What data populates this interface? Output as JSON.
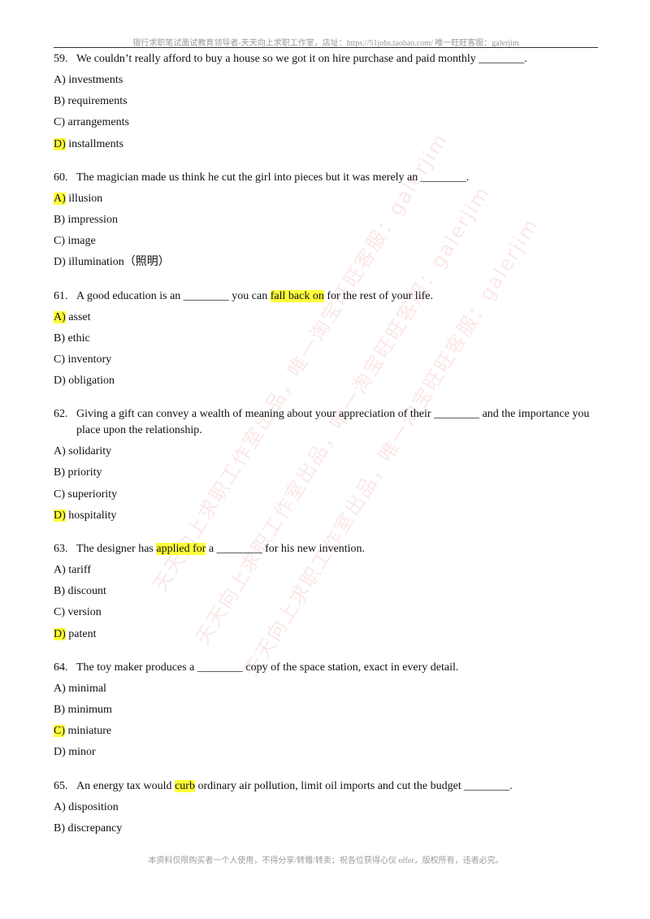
{
  "header": "银行求职笔试面试教育领导者-天天向上求职工作室，店址：https://51jobs.taobao.com/ 唯一旺旺客服：galerjim",
  "footer": "本资料仅限购买者一个人使用，不得分享/转赠/转卖；祝各位获得心仪 offer，版权所有，违者必究。",
  "watermark": {
    "line1": "天天向上求职工作室出品，唯一淘宝旺旺客服：galerjim",
    "line2": "天天向上求职工作室出品，唯一淘宝旺旺客服：galerjim",
    "line3": "天天向上求职工作室出品，唯一淘宝旺旺客服：galerjim"
  },
  "highlight_color": "#ffff3a",
  "questions": [
    {
      "num": "59.",
      "stem_a": "We couldn’t really afford to buy a house so we got it on hire purchase and paid monthly ________.",
      "options": [
        {
          "letter": "A)",
          "text": " investments"
        },
        {
          "letter": "B)",
          "text": " requirements"
        },
        {
          "letter": "C)",
          "text": " arrangements"
        },
        {
          "letter": "D)",
          "text": " installments"
        }
      ]
    },
    {
      "num": "60.",
      "stem_a": "The magician made us think he cut the girl into pieces but it was merely an ________.",
      "options": [
        {
          "letter": "A)",
          "text": " illusion"
        },
        {
          "letter": "B)",
          "text": " impression"
        },
        {
          "letter": "C)",
          "text": " image"
        },
        {
          "letter": "D)",
          "text": " illumination（照明）"
        }
      ]
    },
    {
      "num": "61.",
      "stem_a": "A good education is an ________ you can ",
      "stem_hl": "fall back on",
      "stem_b": " for the rest of your life.",
      "options": [
        {
          "letter": "A)",
          "text": " asset"
        },
        {
          "letter": "B)",
          "text": " ethic"
        },
        {
          "letter": "C)",
          "text": " inventory"
        },
        {
          "letter": "D)",
          "text": " obligation"
        }
      ]
    },
    {
      "num": "62.",
      "stem_a": "Giving a gift can convey a wealth of meaning about your appreciation of their ________ and the importance you place upon the relationship.",
      "options": [
        {
          "letter": "A)",
          "text": " solidarity"
        },
        {
          "letter": "B)",
          "text": " priority"
        },
        {
          "letter": "C)",
          "text": " superiority"
        },
        {
          "letter": "D)",
          "text": " hospitality"
        }
      ]
    },
    {
      "num": "63.",
      "stem_a": "The designer has ",
      "stem_hl": "applied for",
      "stem_b": " a ________ for his new invention.",
      "options": [
        {
          "letter": "A)",
          "text": " tariff"
        },
        {
          "letter": "B)",
          "text": " discount"
        },
        {
          "letter": "C)",
          "text": " version"
        },
        {
          "letter": "D)",
          "text": " patent"
        }
      ]
    },
    {
      "num": "64.",
      "stem_a": "The toy maker produces a ________ copy of the space station, exact in every detail.",
      "options": [
        {
          "letter": "A)",
          "text": " minimal"
        },
        {
          "letter": "B)",
          "text": " minimum"
        },
        {
          "letter": "C)",
          "text": " miniature"
        },
        {
          "letter": "D)",
          "text": " minor"
        }
      ]
    },
    {
      "num": "65.",
      "stem_a": "An energy tax would ",
      "stem_hl": "curb",
      "stem_b": " ordinary air pollution, limit oil imports and cut the budget ________.",
      "options": [
        {
          "letter": "A)",
          "text": " disposition"
        },
        {
          "letter": "B)",
          "text": " discrepancy"
        }
      ]
    }
  ]
}
